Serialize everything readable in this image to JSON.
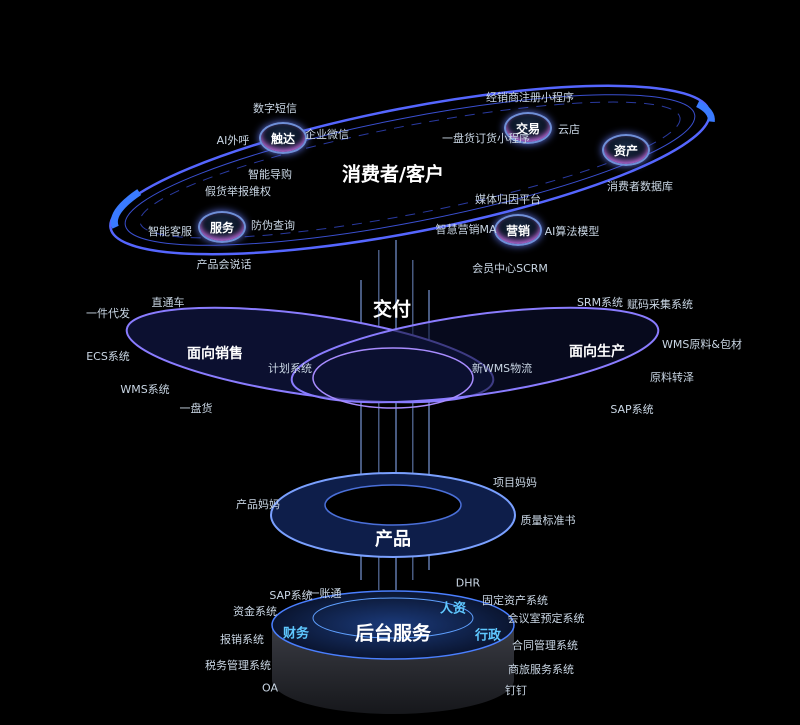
{
  "consumer": {
    "title": "消费者/客户",
    "nodes": [
      "触达",
      "交易",
      "资产",
      "服务",
      "营销"
    ],
    "labels": [
      "数字短信",
      "AI外呼",
      "企业微信",
      "智能导购",
      "假货举报维权",
      "智能客服",
      "防伪查询",
      "产品会说话",
      "经销商注册小程序",
      "一盘货订货小程序",
      "云店",
      "消费者数据库",
      "媒体归因平台",
      "智慧营销MA",
      "AI算法模型",
      "会员中心SCRM"
    ]
  },
  "delivery": {
    "title": "交付",
    "left": "面向销售",
    "right": "面向生产",
    "labels": [
      "一件代发",
      "直通车",
      "ECS系统",
      "计划系统",
      "WMS系统",
      "一盘货",
      "SRM系统",
      "赋码采集系统",
      "WMS原料&包材",
      "新WMS物流",
      "原料转泽",
      "SAP系统"
    ]
  },
  "product": {
    "title": "产品",
    "labels": [
      "项目妈妈",
      "产品妈妈",
      "质量标准书"
    ]
  },
  "backend": {
    "title": "后台服务",
    "sections": [
      "财务",
      "人资",
      "行政"
    ],
    "labels": [
      "SAP系统",
      "一账通",
      "DHR",
      "资金系统",
      "固定资产系统",
      "会议室预定系统",
      "报销系统",
      "合同管理系统",
      "税务管理系统",
      "商旅服务系统",
      "OA",
      "钉钉"
    ]
  },
  "colors": {
    "ring": "#5566ff",
    "glow": "#3a7bff",
    "text": "#c9d6e4",
    "accent": "#5fc8ff"
  }
}
